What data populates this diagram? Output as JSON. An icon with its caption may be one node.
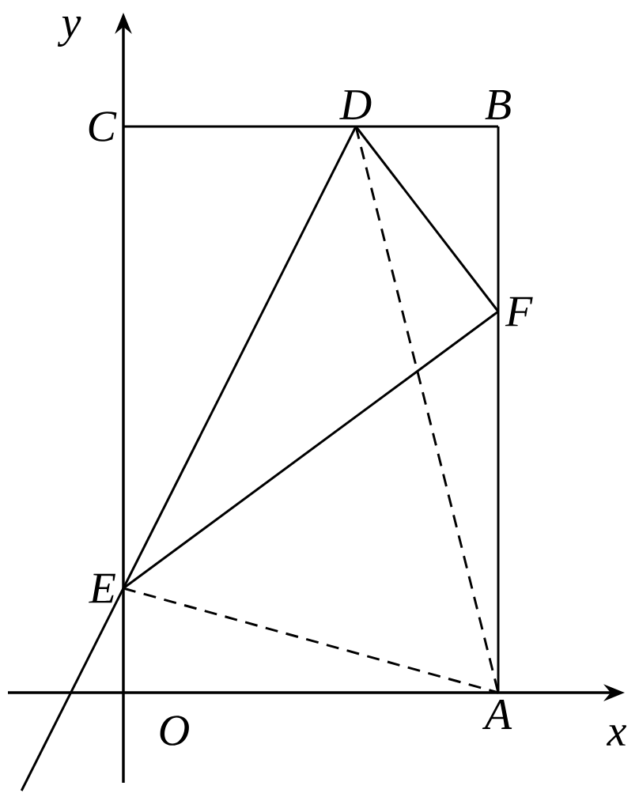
{
  "diagram": {
    "nodes": [
      {
        "text": [
          "C"
        ]
      },
      {
        "text": [
          "D"
        ]
      },
      {
        "text": [
          "B"
        ]
      },
      {
        "text": [
          "F"
        ]
      },
      {
        "text": [
          "E"
        ]
      },
      {
        "text": [
          "A"
        ]
      }
    ],
    "edges": [
      {
        "from": 0,
        "to": 1,
        "arrow": "none"
      },
      {
        "from": 1,
        "to": 2,
        "arrow": "none"
      },
      {
        "from": 2,
        "to": 3,
        "arrow": "none"
      },
      {
        "from": 3,
        "to": 5,
        "arrow": "none"
      },
      {
        "from": 1,
        "to": 3,
        "arrow": "none"
      },
      {
        "from": 4,
        "to": 3,
        "arrow": "none"
      },
      {
        "from": 1,
        "to": 4,
        "arrow": "none"
      },
      {
        "from": 4,
        "to": null,
        "arrow": "none"
      },
      {
        "from": 1,
        "to": 5,
        "arrow": "none",
        "style": "dashed"
      },
      {
        "from": 4,
        "to": 5,
        "arrow": "none",
        "style": "dashed"
      }
    ],
    "labels": [
      "y",
      "x",
      "O"
    ]
  }
}
